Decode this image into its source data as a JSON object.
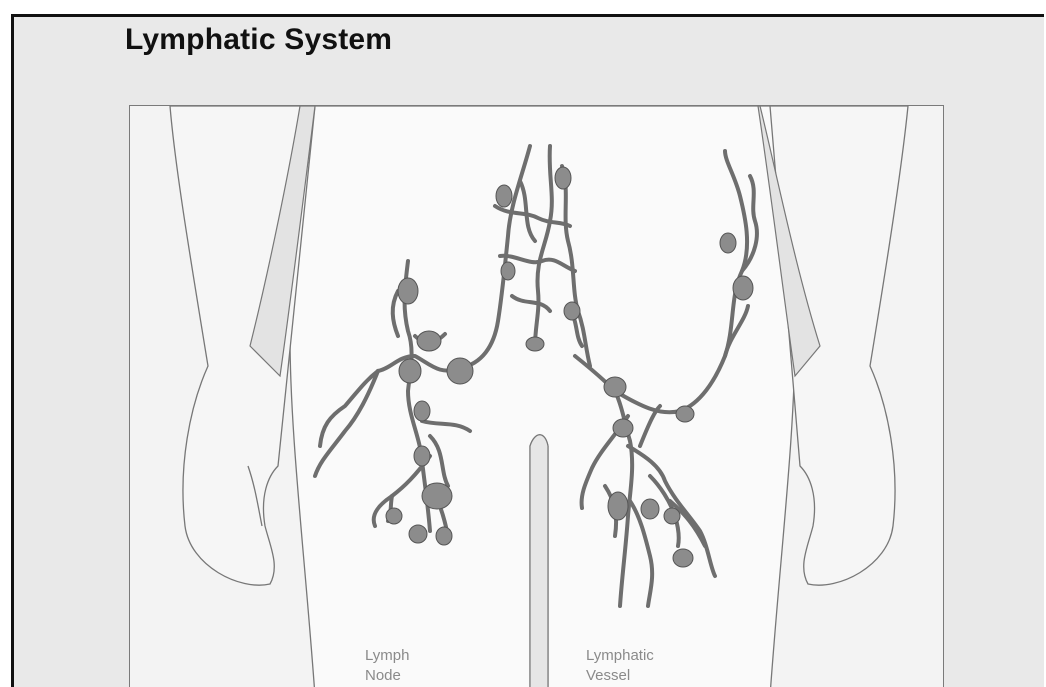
{
  "title": "Lymphatic System",
  "labels": {
    "node_line1": "Lymph",
    "node_line2": "Node",
    "vessel_line1": "Lymphatic",
    "vessel_line2": "Vessel"
  },
  "colors": {
    "frame_bg": "#e9e9e9",
    "panel_bg": "#f3f3f3",
    "vessel": "#6e6e6e",
    "node": "#8c8c8c",
    "outline": "#7a7a7a"
  }
}
